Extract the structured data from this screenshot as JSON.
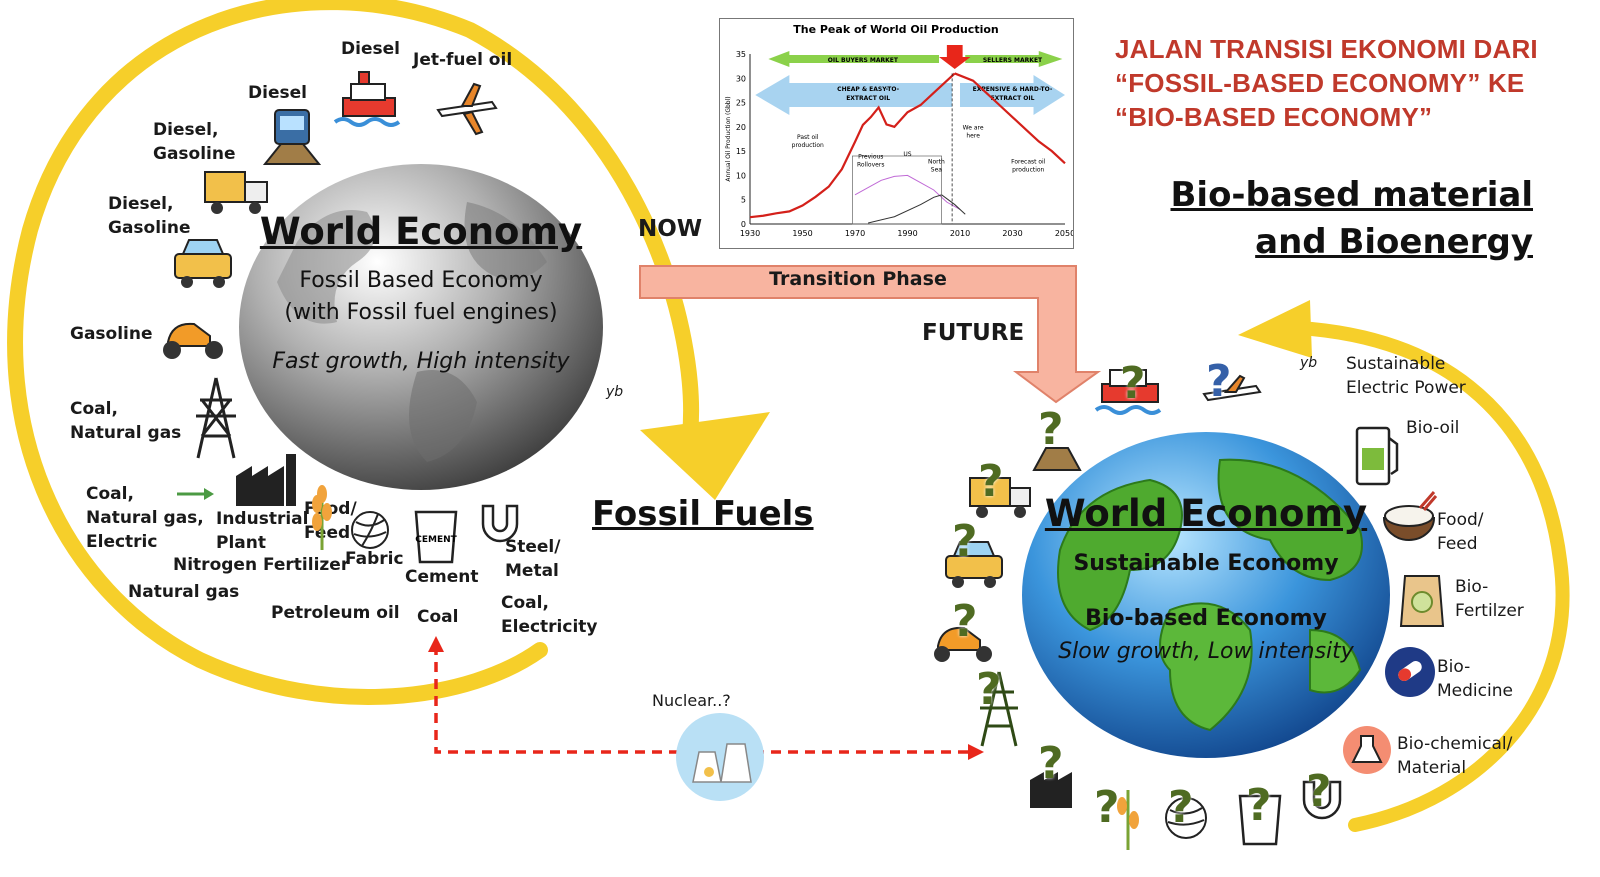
{
  "title_main": "JALAN TRANSISI EKONOMI DARI\n“FOSSIL-BASED ECONOMY” KE\n“BIO-BASED ECONOMY”",
  "left_globe": {
    "title": "World Economy",
    "line1": "Fossil Based Economy",
    "line2": "(with Fossil fuel engines)",
    "line3": "Fast growth, High intensity"
  },
  "right_globe": {
    "title": "World Economy",
    "line1": "Sustainable Economy",
    "line2": "Bio-based Economy",
    "line3": "Slow growth, Low intensity"
  },
  "fossil_fuels": "Fossil Fuels",
  "bio_title": "Bio-based material\nand Bioenergy",
  "now": "NOW",
  "future": "FUTURE",
  "transition": "Transition Phase",
  "nuclear": "Nuclear..?",
  "yb_left": "yb",
  "yb_right": "yb",
  "left_labels": {
    "diesel_ship": "Diesel",
    "jetfuel": "Jet-fuel oil",
    "diesel_train": "Diesel",
    "diesel_gasoline_truck": "Diesel,\nGasoline",
    "diesel_gasoline_taxi": "Diesel,\nGasoline",
    "gasoline": "Gasoline",
    "coal_natural_gas": "Coal,\nNatural gas",
    "coal_gas_electric": "Coal,\nNatural gas,\nElectric",
    "industrial_plant": "Industrial\nPlant",
    "food_feed": "Food/\nFeed",
    "fabric": "Fabric",
    "nitrogen": "Nitrogen Fertilizer",
    "natural_gas": "Natural gas",
    "cement": "Cement",
    "steel": "Steel/\nMetal",
    "petroleum": "Petroleum oil",
    "coal": "Coal",
    "coal_electricity": "Coal,\nElectricity",
    "cement_sack": "CEMENT"
  },
  "right_labels": {
    "sustainable_power": "Sustainable\nElectric Power",
    "bio_oil": "Bio-oil",
    "food_feed": "Food/\nFeed",
    "bio_fertilizer": "Bio-\nFertilzer",
    "bio_medicine": "Bio-\nMedicine",
    "bio_chemical": "Bio-chemical/\nMaterial"
  },
  "question_mark": "?",
  "colors": {
    "yellow_arrow": "#f6cf2a",
    "transition_fill": "#f8b4a0",
    "transition_stroke": "#e0826a",
    "nuclear_dash": "#e8261a",
    "title_red": "#c0392b"
  },
  "chart_data": {
    "type": "line",
    "title": "The Peak of World Oil Production",
    "ylabel": "Annual Oil Production (Gbbl)",
    "xlabel": "",
    "xlim": [
      1930,
      2050
    ],
    "ylim": [
      0,
      35
    ],
    "x_ticks": [
      "1930",
      "1950",
      "1970",
      "1990",
      "2010",
      "2030",
      "2050"
    ],
    "y_ticks": [
      "0",
      "5",
      "10",
      "15",
      "20",
      "25",
      "30",
      "35"
    ],
    "series": [
      {
        "x": [
          1930,
          1935,
          1940,
          1945,
          1950,
          1955,
          1960,
          1965,
          1970,
          1973,
          1976,
          1979,
          1982,
          1985,
          1990,
          1995,
          2000,
          2005,
          2008
        ],
        "y": [
          1.4,
          1.7,
          2.2,
          2.6,
          3.8,
          5.6,
          7.7,
          11.3,
          16.9,
          20.4,
          22.0,
          24.0,
          20.5,
          20.0,
          23.0,
          24.5,
          27.0,
          29.5,
          31.0
        ]
      },
      {
        "x": [
          2008,
          2015,
          2020,
          2025,
          2030,
          2035,
          2040,
          2045,
          2050
        ],
        "y": [
          31.0,
          29.5,
          27.0,
          24.5,
          22.0,
          19.5,
          17.0,
          15.0,
          12.5
        ]
      },
      {
        "x": [
          1970,
          1975,
          1980,
          1985,
          1990,
          1995,
          2000,
          2005,
          2010
        ],
        "y": [
          6.0,
          7.5,
          9.0,
          9.8,
          10.0,
          8.5,
          7.0,
          4.5,
          3.0
        ]
      },
      {
        "x": [
          1975,
          1985,
          1995,
          2000,
          2003,
          2008,
          2012
        ],
        "y": [
          0.2,
          1.5,
          4.0,
          5.5,
          6.0,
          4.0,
          2.0
        ]
      }
    ],
    "annotations": [
      "OIL BUYERS MARKET",
      "SELLERS MARKET",
      "CHEAP & EASY-TO-\nEXTRACT OIL",
      "EXPENSIVE & HARD-TO-\nEXTRACT OIL",
      "Past oil\nproduction",
      "Previous\nRollovers",
      "US",
      "North\nSea",
      "We are\nhere",
      "Forecast oil\nproduction"
    ]
  }
}
